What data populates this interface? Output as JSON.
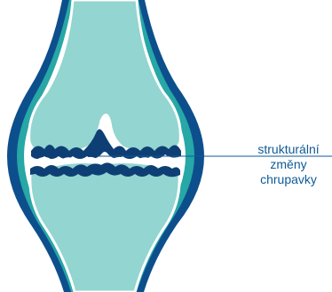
{
  "colors": {
    "capsule": "#0d4f8c",
    "synovium": "#27a7a6",
    "bone_fill": "#93d5d0",
    "bone_stroke": "#ffffff",
    "cartilage": "#ffffff",
    "damage": "#0e3f74",
    "label": "#0f5a96"
  },
  "callout": {
    "line1": "strukturální",
    "line2": "změny",
    "line3": "chrupavky"
  }
}
